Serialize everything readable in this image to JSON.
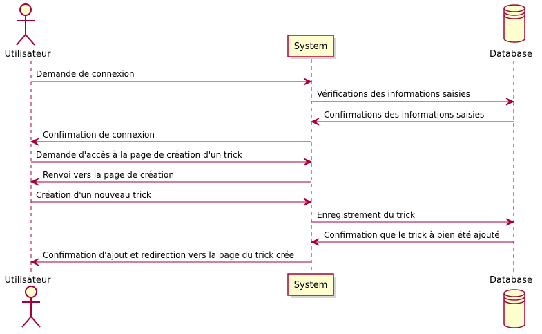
{
  "colors": {
    "line": "#A80036",
    "box_fill": "#FEFECE",
    "background": "#FFFFFF",
    "text": "#000000"
  },
  "participants": [
    {
      "id": "user",
      "name": "Utilisateur",
      "kind": "actor",
      "icon": "actor-stick-figure-icon"
    },
    {
      "id": "system",
      "name": "System",
      "kind": "participant",
      "icon": "box"
    },
    {
      "id": "db",
      "name": "Database",
      "kind": "database",
      "icon": "database-cylinder-icon"
    }
  ],
  "messages": [
    {
      "from": "user",
      "to": "system",
      "text": "Demande de connexion"
    },
    {
      "from": "system",
      "to": "db",
      "text": "Vérifications des informations saisies"
    },
    {
      "from": "db",
      "to": "system",
      "text": "Confirmations des informations saisies"
    },
    {
      "from": "system",
      "to": "user",
      "text": "Confirmation de connexion"
    },
    {
      "from": "user",
      "to": "system",
      "text": "Demande d'accès à la page de création d'un trick"
    },
    {
      "from": "system",
      "to": "user",
      "text": "Renvoi vers la page de création"
    },
    {
      "from": "user",
      "to": "system",
      "text": "Création d'un nouveau trick"
    },
    {
      "from": "system",
      "to": "db",
      "text": "Enregistrement du trick"
    },
    {
      "from": "db",
      "to": "system",
      "text": "Confirmation que le trick à bien été ajouté"
    },
    {
      "from": "system",
      "to": "user",
      "text": "Confirmation d'ajout et redirection vers la page du trick crée"
    }
  ]
}
